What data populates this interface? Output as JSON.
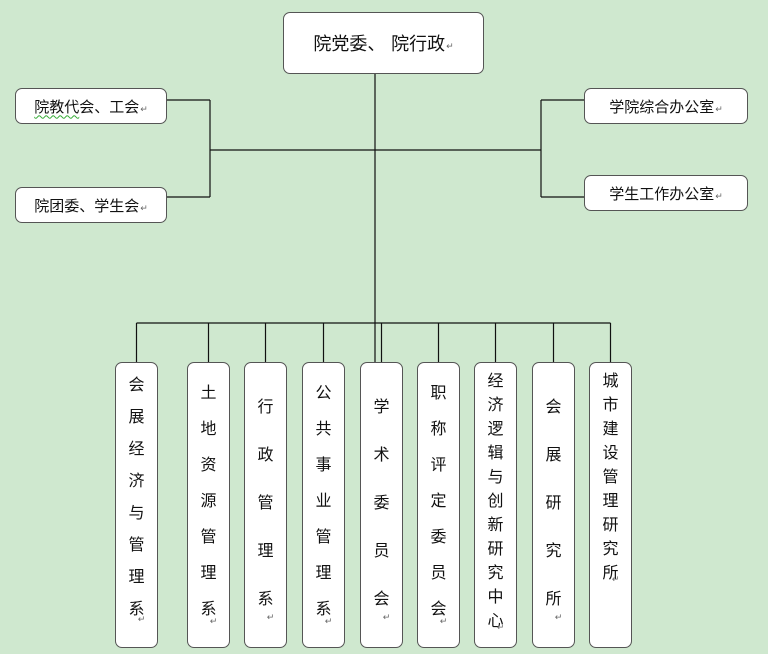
{
  "top": {
    "label": "院党委、 院行政"
  },
  "left": [
    {
      "label": "院教代会、工会",
      "squiggle": "院教代"
    },
    {
      "label": "院团委、学生会"
    }
  ],
  "right": [
    {
      "label": "学院综合办公室"
    },
    {
      "label": "学生工作办公室"
    }
  ],
  "bottom": [
    {
      "label": "会展经济与管理系"
    },
    {
      "label": "土地资源管理系"
    },
    {
      "label": "行政管理系"
    },
    {
      "label": "公共事业管理系"
    },
    {
      "label": "学术委员会"
    },
    {
      "label": "职称评定委员会"
    },
    {
      "label": "经济逻辑与创新研究中心"
    },
    {
      "label": "会展研究所"
    },
    {
      "label": "城市建设管理研究所"
    }
  ],
  "colors": {
    "background": "#cfe8cf",
    "box_fill": "#ffffff",
    "line": "#111111"
  },
  "paragraph_mark": "↵"
}
